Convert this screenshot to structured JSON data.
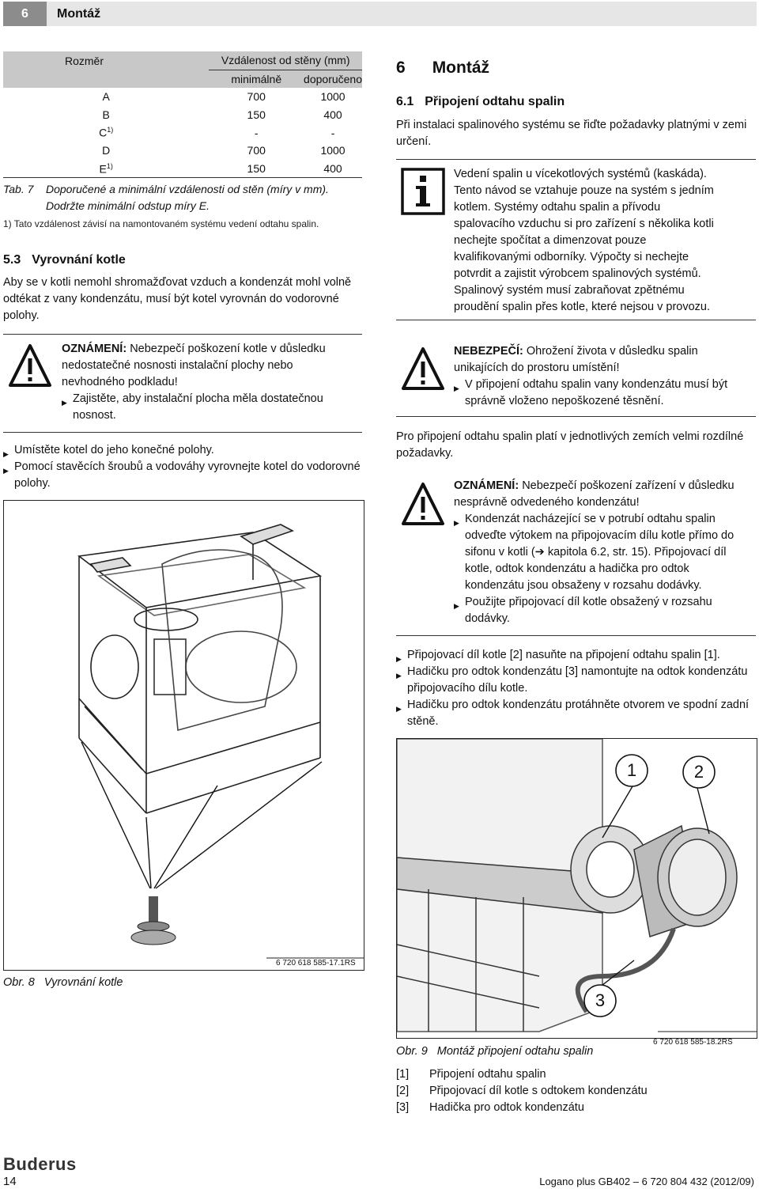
{
  "header": {
    "number": "6",
    "title": "Montáž"
  },
  "table": {
    "col1": "Rozměr",
    "group": "Vzdálenost od stěny (mm)",
    "min": "minimálně",
    "rec": "doporučeno",
    "rows": [
      {
        "dim": "A",
        "sup": "",
        "min": "700",
        "rec": "1000"
      },
      {
        "dim": "B",
        "sup": "",
        "min": "150",
        "rec": "400"
      },
      {
        "dim": "C",
        "sup": "1)",
        "min": "-",
        "rec": "-"
      },
      {
        "dim": "D",
        "sup": "",
        "min": "700",
        "rec": "1000"
      },
      {
        "dim": "E",
        "sup": "1)",
        "min": "150",
        "rec": "400"
      }
    ],
    "caption_label": "Tab. 7",
    "caption_text": "Doporučené a minimální vzdálenosti od stěn (míry v mm). Dodržte minimální odstup míry E.",
    "footnote": "1) Tato vzdálenost závisí na namontovaném systému vedení odtahu spalin."
  },
  "left": {
    "sec_num": "5.3",
    "sec_title": "Vyrovnání kotle",
    "intro": "Aby se v kotli nemohl shromažďovat vzduch a kondenzát mohl volně odtékat z vany kondenzátu, musí být kotel vyrovnán do vodorovné polohy.",
    "notice_label": "OZNÁMENÍ:",
    "notice_text": " Nebezpečí poškození kotle v důsledku nedostatečné nosnosti instalační plochy nebo nevhodného podkladu!",
    "notice_bullet": "Zajistěte, aby instalační plocha měla dostatečnou nosnost.",
    "steps": [
      "Umístěte kotel do jeho konečné polohy.",
      "Pomocí stavěcích šroubů a vodováhy vyrovnejte kotel do vodorovné polohy."
    ],
    "fig_code": "6 720 618 585-17.1RS",
    "fig_label": "Obr. 8",
    "fig_caption": "Vyrovnání kotle"
  },
  "right": {
    "chap_num": "6",
    "chap_title": "Montáž",
    "sec_num": "6.1",
    "sec_title": "Připojení odtahu spalin",
    "intro": "Při instalaci spalinového systému se řiďte požadavky platnými v zemi určení.",
    "info_lines": [
      "Vedení spalin u vícekotlových systémů (kaskáda).",
      "Tento návod se vztahuje pouze na systém s jedním kotlem. Systémy odtahu spalin a přívodu spalovacího vzduchu si pro zařízení s několika kotli nechejte spočítat a dimenzovat pouze kvalifikovanými odborníky. Výpočty si nechejte potvrdit a zajistit výrobcem spalinových systémů. Spalinový systém musí zabraňovat zpětnému proudění spalin přes kotle, které nejsou v provozu."
    ],
    "danger_label": "NEBEZPEČÍ:",
    "danger_text": " Ohrožení života v důsledku spalin unikajících do prostoru umístění!",
    "danger_bullet": "V připojení odtahu spalin vany kondenzátu musí být správně vloženo nepoškozené těsnění.",
    "para2": "Pro připojení odtahu spalin platí v jednotlivých zemích velmi rozdílné požadavky.",
    "notice_label": "OZNÁMENÍ:",
    "notice_text": " Nebezpečí poškození zařízení v důsledku nesprávně odvedeného kondenzátu!",
    "notice_b1": "Kondenzát nacházející se v potrubí odtahu spalin odveďte výtokem na připojovacím dílu kotle přímo do sifonu v kotli (➔ kapitola 6.2, str. 15). Připojovací díl kotle, odtok kondenzátu a hadička pro odtok kondenzátu jsou obsaženy v rozsahu dodávky.",
    "notice_b2": "Použijte připojovací díl kotle obsažený v rozsahu dodávky.",
    "steps": [
      "Připojovací díl kotle [2] nasuňte na připojení odtahu spalin [1].",
      "Hadičku pro odtok kondenzátu [3] namontujte na odtok kondenzátu připojovacího dílu kotle.",
      "Hadičku pro odtok kondenzátu protáhněte otvorem ve spodní zadní stěně."
    ],
    "callouts": [
      "1",
      "2",
      "3"
    ],
    "fig_code": "6 720 618 585-18.2RS",
    "fig_label": "Obr. 9",
    "fig_caption": "Montáž připojení odtahu spalin",
    "legend": [
      {
        "key": "[1]",
        "text": "Připojení odtahu spalin"
      },
      {
        "key": "[2]",
        "text": "Připojovací díl kotle s odtokem kondenzátu"
      },
      {
        "key": "[3]",
        "text": "Hadička pro odtok kondenzátu"
      }
    ]
  },
  "footer": {
    "brand": "Buderus",
    "page": "14",
    "doc": "Logano plus GB402 – 6 720 804 432 (2012/09)"
  }
}
